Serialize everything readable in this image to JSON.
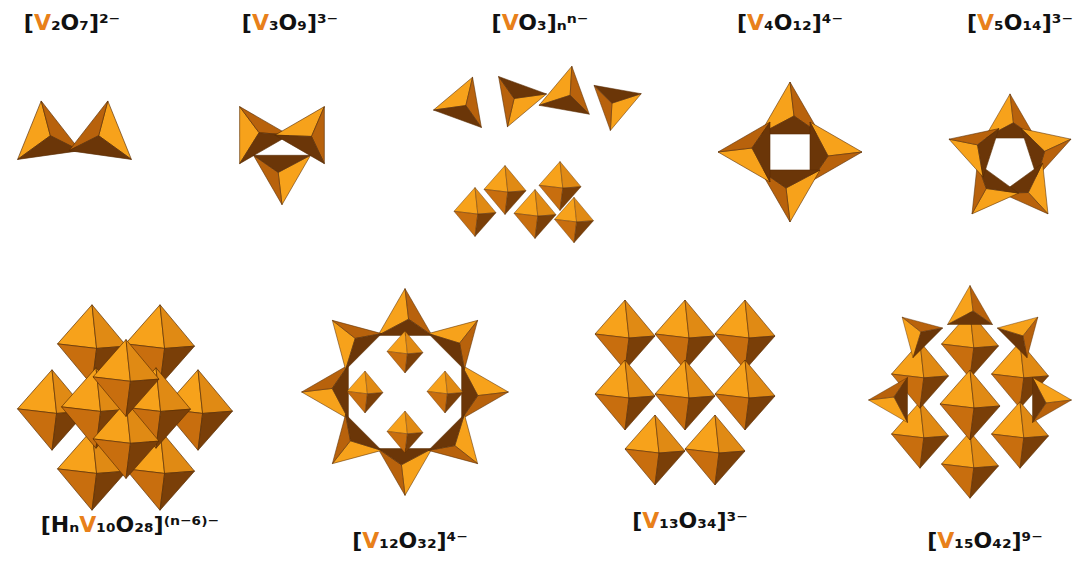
{
  "diagram": {
    "labels": [
      "[V₂O₇]²⁻",
      "[V₃O₉]³⁻",
      "[VO₃]ₙⁿ⁻",
      "[V₄O₁₂]⁴⁻",
      "[V₅O₁₄]³⁻",
      "[HₙV₁₀O₂₈]⁽ⁿ⁻⁶⁾⁻",
      "[V₁₂O₃₂]⁴⁻",
      "[V₁₃O₃₄]³⁻",
      "[V₁₅O₄₂]⁹⁻"
    ]
  }
}
